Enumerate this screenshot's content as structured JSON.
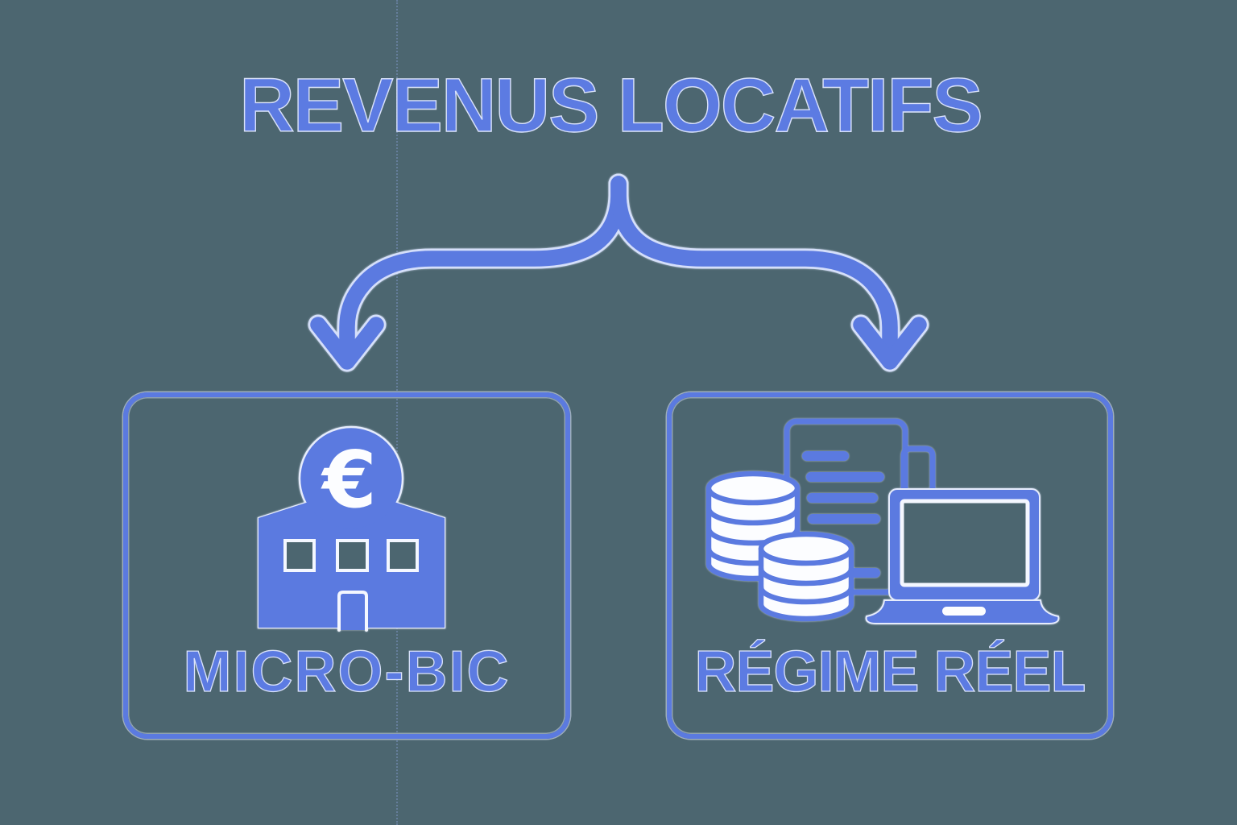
{
  "diagram": {
    "type": "decision-tree-infographic",
    "title": "REVENUS LOCATIFS",
    "root_connector": "double-branch-arrow-down",
    "branches": [
      {
        "label": "MICRO-BIC",
        "icon": "bank-building-euro-icon",
        "icon_glyph": "€"
      },
      {
        "label": "RÉGIME RÉEL",
        "icon": "coin-stacks-document-laptop-icon"
      }
    ],
    "colors": {
      "background": "#4C6670",
      "primary_blue": "#5B7AE0",
      "text_blue": "#5C7BE2",
      "light_outline": "#D9E2FA",
      "icon_white": "#FCFDFF"
    }
  }
}
